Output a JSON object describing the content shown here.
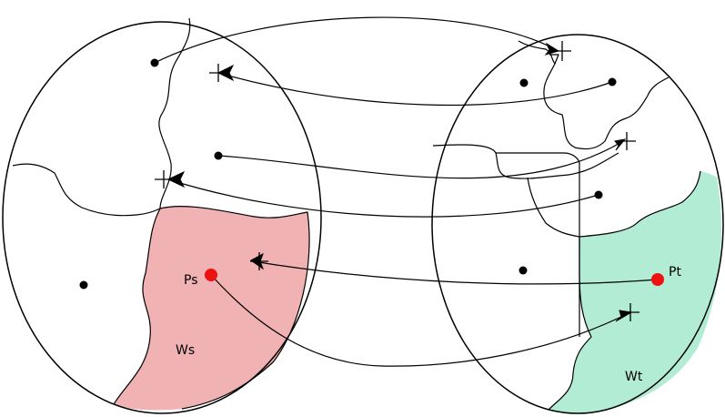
{
  "labels": {
    "ps": "Ps",
    "ws": "Ws",
    "pt": "Pt",
    "wt": "Wt"
  },
  "colors": {
    "ws_fill": "#f0b2b2",
    "wt_fill": "#b3ecd5",
    "point_highlight": "#ee1111"
  }
}
